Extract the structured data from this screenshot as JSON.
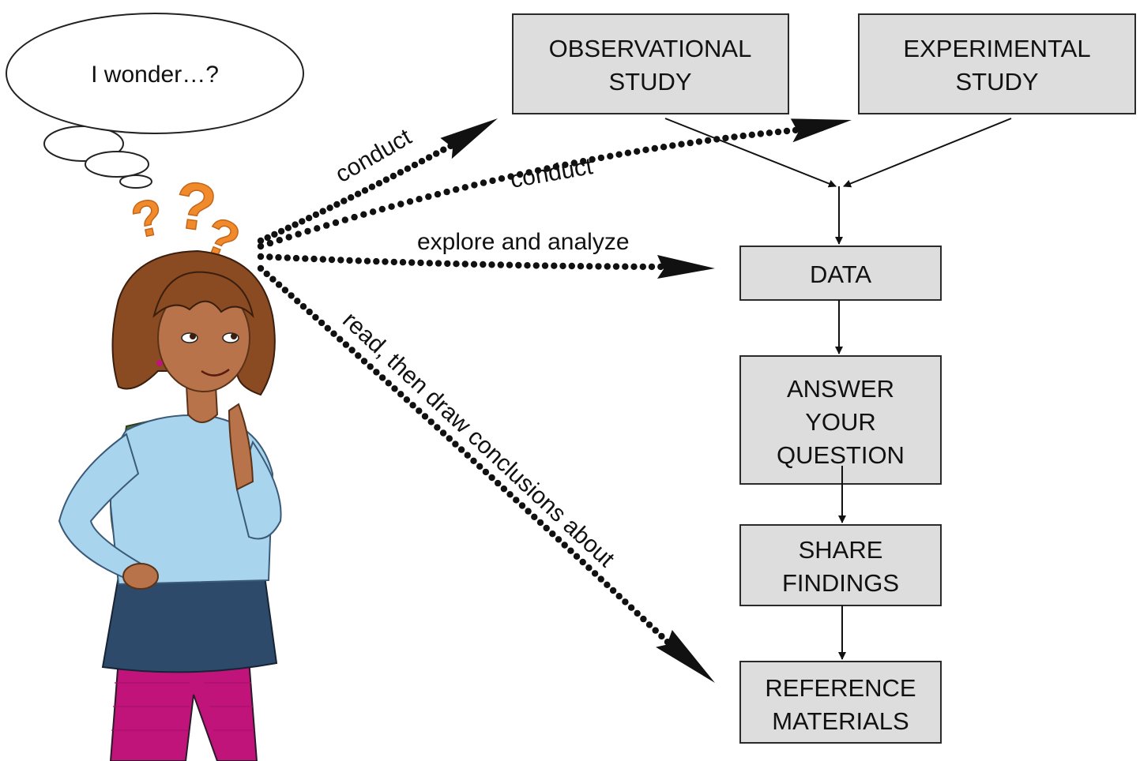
{
  "bubble": {
    "text": "I wonder…?"
  },
  "boxes": {
    "observational": [
      "OBSERVATIONAL",
      "STUDY"
    ],
    "experimental": [
      "EXPERIMENTAL",
      "STUDY"
    ],
    "data": [
      "DATA"
    ],
    "answer": [
      "ANSWER",
      "YOUR",
      "QUESTION"
    ],
    "share": [
      "SHARE",
      "FINDINGS"
    ],
    "reference": [
      "REFERENCE",
      "MATERIALS"
    ]
  },
  "labels": {
    "conduct_1": "conduct",
    "conduct_2": "conduct",
    "explore": "explore and analyze",
    "read": "read, then draw conclusions about"
  },
  "colors": {
    "box_fill": "#dddddd",
    "question_marks": "#f08a2a",
    "shirt": "#a8d4ee",
    "skirt": "#2e4a6a",
    "leggings": "#c0147a",
    "hair": "#8a4a22",
    "skin": "#b8734a",
    "backpack": "#4e6e3e"
  }
}
